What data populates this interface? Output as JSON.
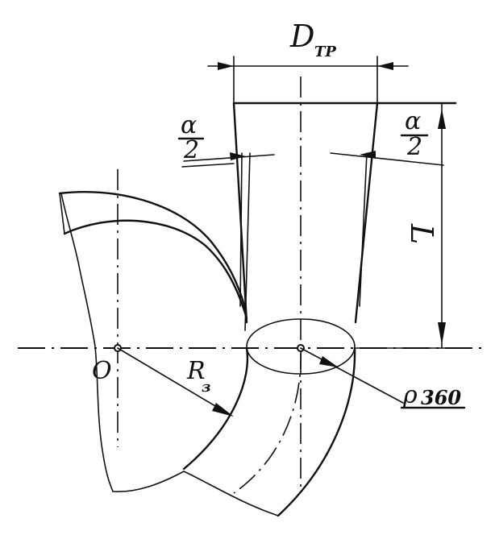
{
  "labels": {
    "d_main": "D",
    "d_sub": "ТР",
    "alpha_left_num": "α",
    "alpha_left_den": "2",
    "alpha_right_num": "α",
    "alpha_right_den": "2",
    "length": "L",
    "origin": "O",
    "r_main": "R",
    "r_sub": "з",
    "rho_main": "ρ",
    "rho_sub": "360"
  }
}
